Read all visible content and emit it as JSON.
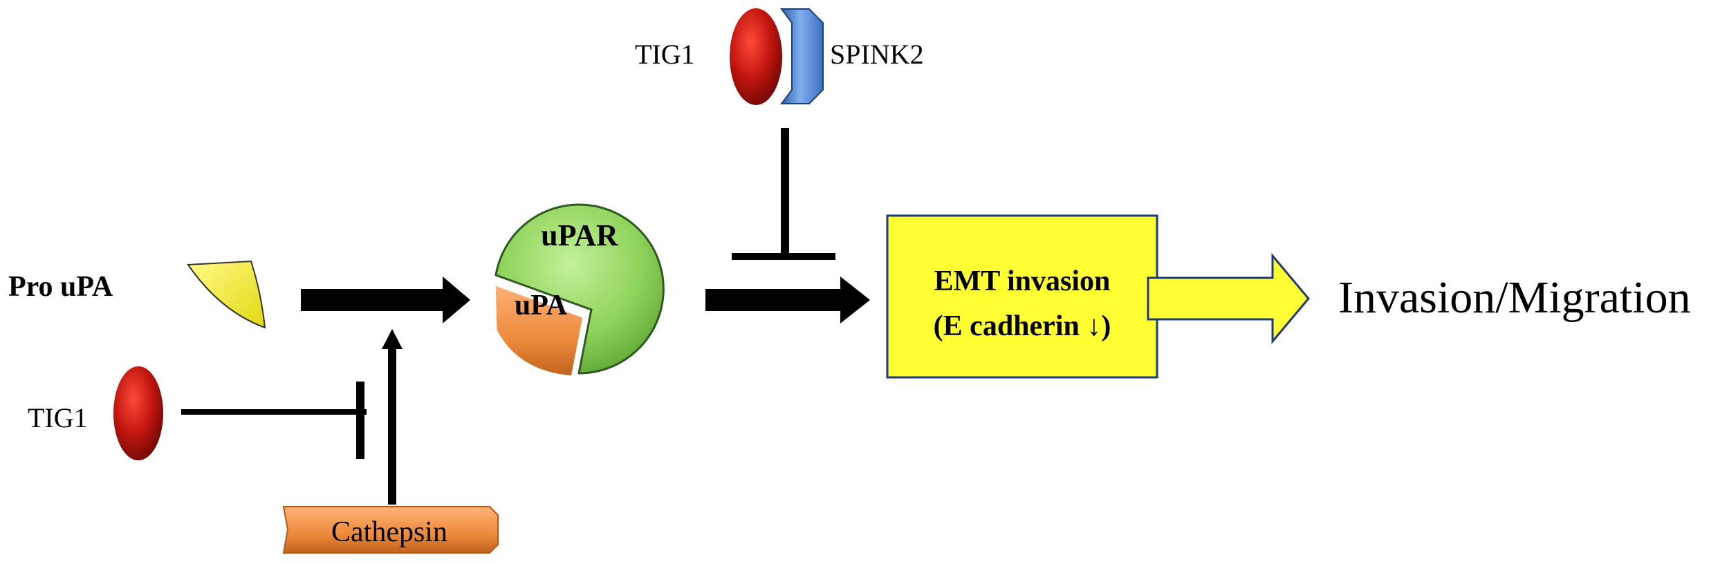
{
  "labels": {
    "pro_upa": "Pro uPA",
    "tig1_top": "TIG1",
    "spink2": "SPINK2",
    "tig1_left": "TIG1",
    "upar": "uPAR",
    "upa": "uPA",
    "emt_line1": "EMT invasion",
    "emt_line2": "(E cadherin ↓)",
    "cathepsin": "Cathepsin",
    "outcome": "Invasion/Migration"
  },
  "colors": {
    "pro_upa": "#f2ec1c",
    "tig1": "#c0150f",
    "spink2": "#5b8fd6",
    "upar": "#8ed35a",
    "upa": "#ec8a3b",
    "emt_box": "#ffff33",
    "cathepsin": "#f08d42",
    "arrow": "#000000"
  }
}
